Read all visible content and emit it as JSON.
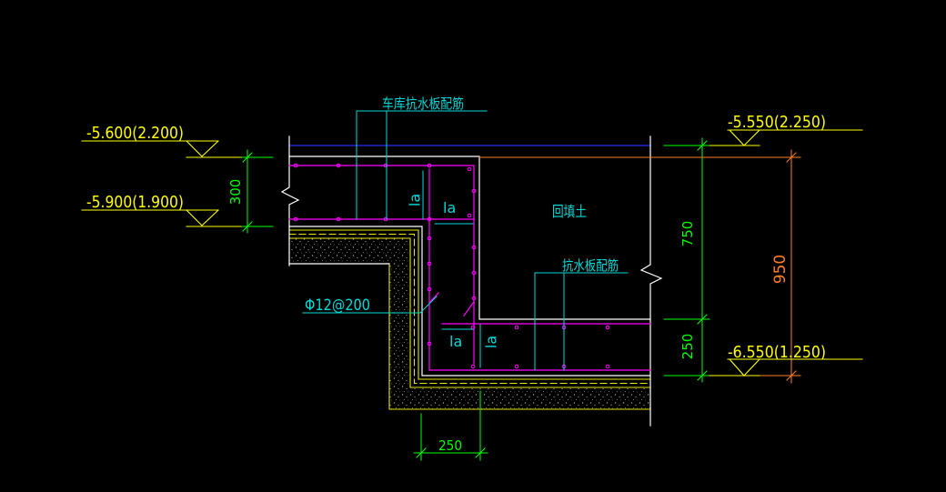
{
  "drawing": {
    "title_label": "车库抗水板配筋",
    "backfill_label": "回填土",
    "slab_rebar_label": "抗水板配筋",
    "rebar_spec": "Φ12@200",
    "anchorage_labels": [
      "la",
      "la",
      "la",
      "la"
    ],
    "elevations": {
      "left_top": "-5.600(2.200)",
      "left_bottom": "-5.900(1.900)",
      "right_top": "-5.550(2.250)",
      "right_bottom": "-6.550(1.250)"
    },
    "dimensions": {
      "slab_thickness": "300",
      "upper_height": "750",
      "lower_height": "250",
      "total_height": "950",
      "wall_width": "250"
    }
  },
  "colors": {
    "background": "#000000",
    "outline": "#ffffff",
    "rebar": "#ff00ff",
    "leader": "#00d8d8",
    "dimension": "#00ff00",
    "elevation": "#ffff00",
    "total_dimension": "#ff7f27",
    "slab_top": "#2a2aff",
    "waterproofing": "#e6e600",
    "speckle": "#a0a0a0"
  }
}
